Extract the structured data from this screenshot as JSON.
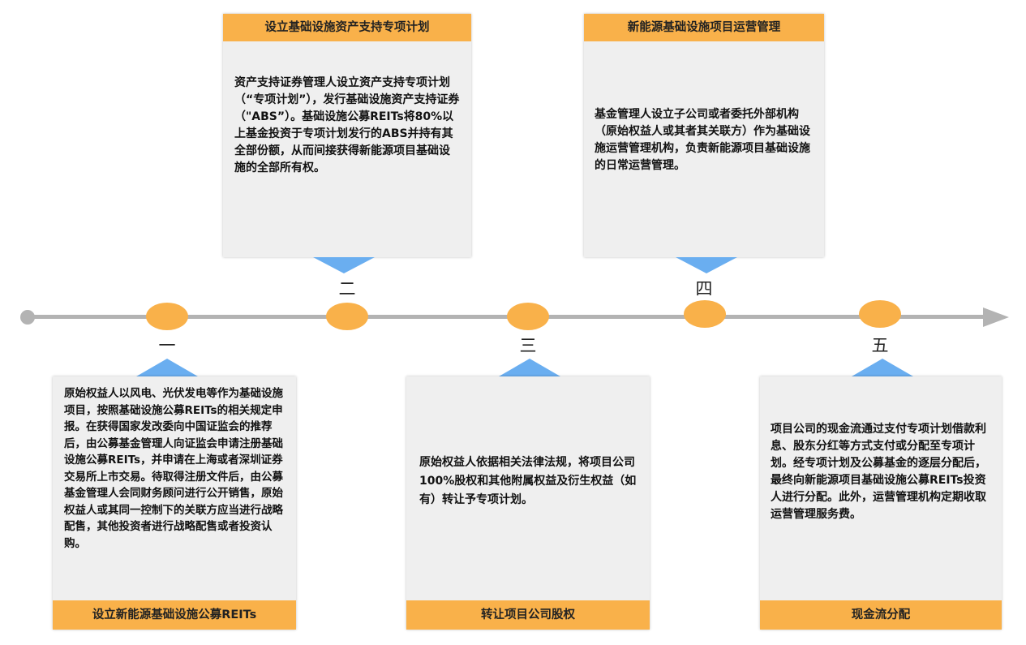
{
  "steps": {
    "one": {
      "numeral": "一",
      "title": "设立新能源基础设施公募REITs",
      "text": "原始权益人以风电、光伏发电等作为基础设施项目，按照基础设施公募REITs的相关规定申报。在获得国家发改委向中国证监会的推荐后，由公募基金管理人向证监会申请注册基础设施公募REITs，并申请在上海或者深圳证券交易所上市交易。待取得注册文件后，由公募基金管理人会同财务顾问进行公开销售，原始权益人或其同一控制下的关联方应当进行战略配售，其他投资者进行战略配售或者投资认购。"
    },
    "two": {
      "numeral": "二",
      "title": "设立基础设施资产支持专项计划",
      "text": "资产支持证券管理人设立资产支持专项计划（“专项计划”），发行基础设施资产支持证券（\"ABS”）。基础设施公募REITs将80%以上基金投资于专项计划发行的ABS并持有其全部份额，从而间接获得新能源项目基础设施的全部所有权。"
    },
    "three": {
      "numeral": "三",
      "title": "转让项目公司股权",
      "text": "原始权益人依据相关法律法规，将项目公司100%股权和其他附属权益及衍生权益（如有）转让予专项计划。"
    },
    "four": {
      "numeral": "四",
      "title": "新能源基础设施项目运营管理",
      "text": "基金管理人设立子公司或者委托外部机构（原始权益人或其者其关联方）作为基础设施运营管理机构，负责新能源项目基础设施的日常运营管理。"
    },
    "five": {
      "numeral": "五",
      "title": "现金流分配",
      "text": "项目公司的现金流通过支付专项计划借款利息、股东分红等方式支付或分配至专项计划。经专项计划及公募基金的逐层分配后，最终向新能源项目基础设施公募REITs投资人进行分配。此外，运营管理机构定期收取运营管理服务费。"
    }
  },
  "colors": {
    "accent": "#f9b14a",
    "pointer": "#6aaef0",
    "axis": "#b3b3b3",
    "box": "#efefef"
  }
}
